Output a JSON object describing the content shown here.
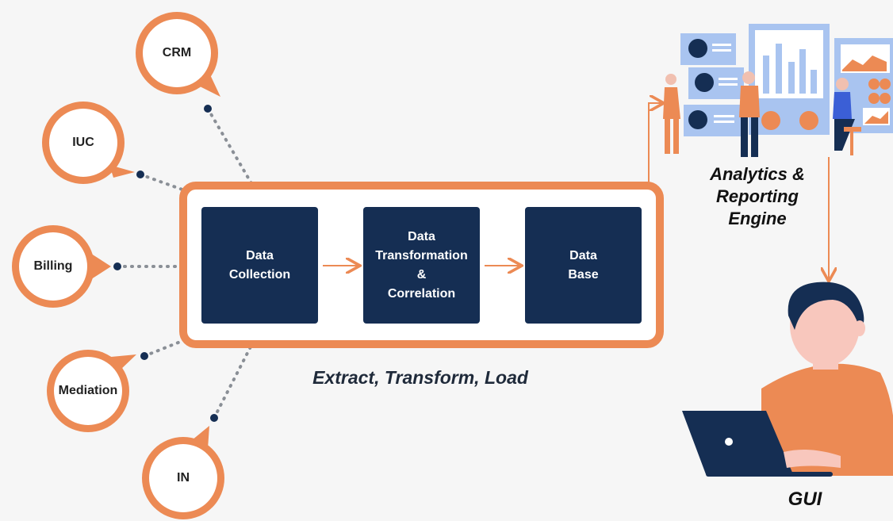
{
  "sources": [
    "CRM",
    "IUC",
    "Billing",
    "Mediation",
    "IN"
  ],
  "etl": {
    "steps": [
      {
        "lines": [
          "Data",
          "Collection"
        ]
      },
      {
        "lines": [
          "Data",
          "Transformation",
          "&",
          "Correlation"
        ]
      },
      {
        "lines": [
          "Data",
          "Base"
        ]
      }
    ],
    "caption": "Extract, Transform, Load"
  },
  "analytics": {
    "lines": [
      "Analytics &",
      "Reporting",
      "Engine"
    ]
  },
  "gui": {
    "label": "GUI"
  },
  "colors": {
    "orange": "#ec8a54",
    "navy": "#152e53",
    "blue_light": "#a9c4f0",
    "dots": "#8a8f96"
  }
}
